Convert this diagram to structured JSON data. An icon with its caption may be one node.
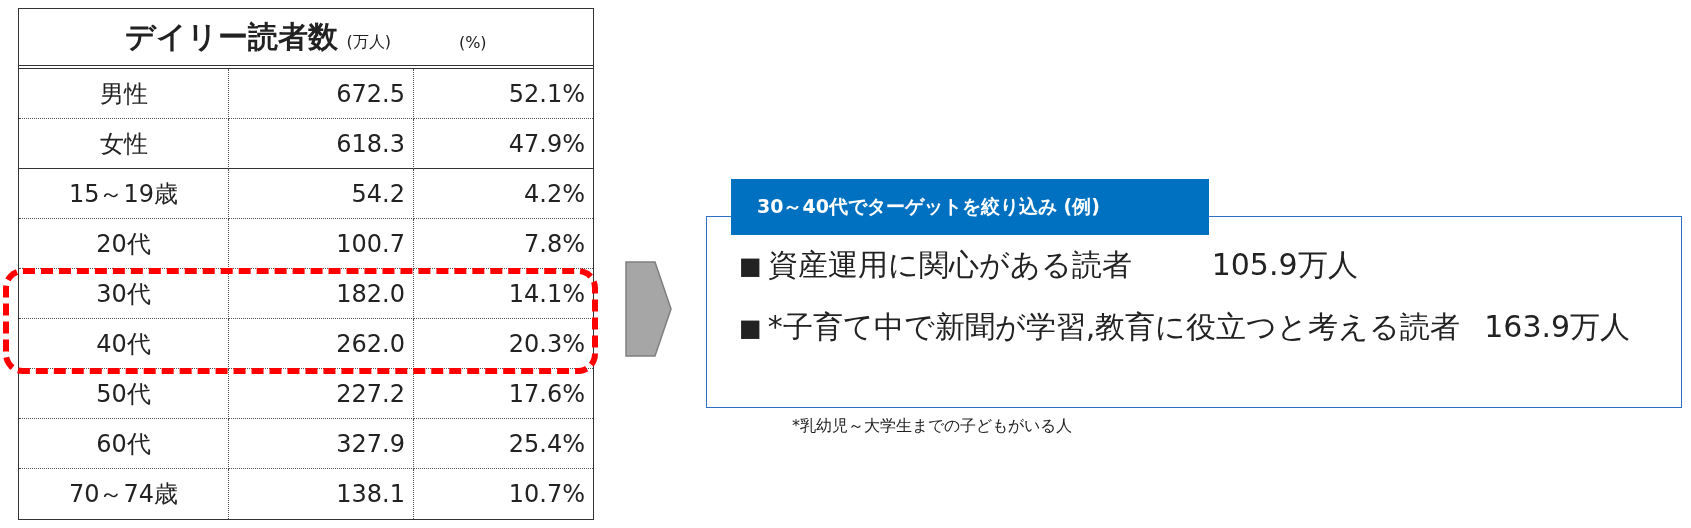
{
  "diagram": {
    "title": "デイリー読者数",
    "nodes": [
      {
        "text": [],
        "shape": "box"
      },
      {
        "text": [
          "30～40代でターゲットを絞り込み (例)",
          "■",
          "資産運用に関心がある読者",
          "105.9万人",
          "■",
          "*子育て中で新聞が学習,教育に役立つと考える読者",
          "163.9万人"
        ],
        "beside": [
          "*乳幼児～大学生までの子どもがいる人"
        ]
      }
    ],
    "edges": [
      {
        "from": 0,
        "to": 1,
        "arrow": "to"
      }
    ],
    "labels": [
      "(万人)",
      "(%)",
      "男性",
      "672.5",
      "52.1%",
      "女性",
      "618.3",
      "47.9%",
      "15～19歳",
      "54.2",
      "4.2%",
      "20代",
      "100.7",
      "7.8%",
      "30代",
      "182.0",
      "14.1%",
      "40代",
      "262.0",
      "20.3%",
      "50代",
      "227.2",
      "17.6%",
      "60代",
      "327.9",
      "25.4%",
      "70～74歳",
      "138.1",
      "10.7%"
    ]
  }
}
